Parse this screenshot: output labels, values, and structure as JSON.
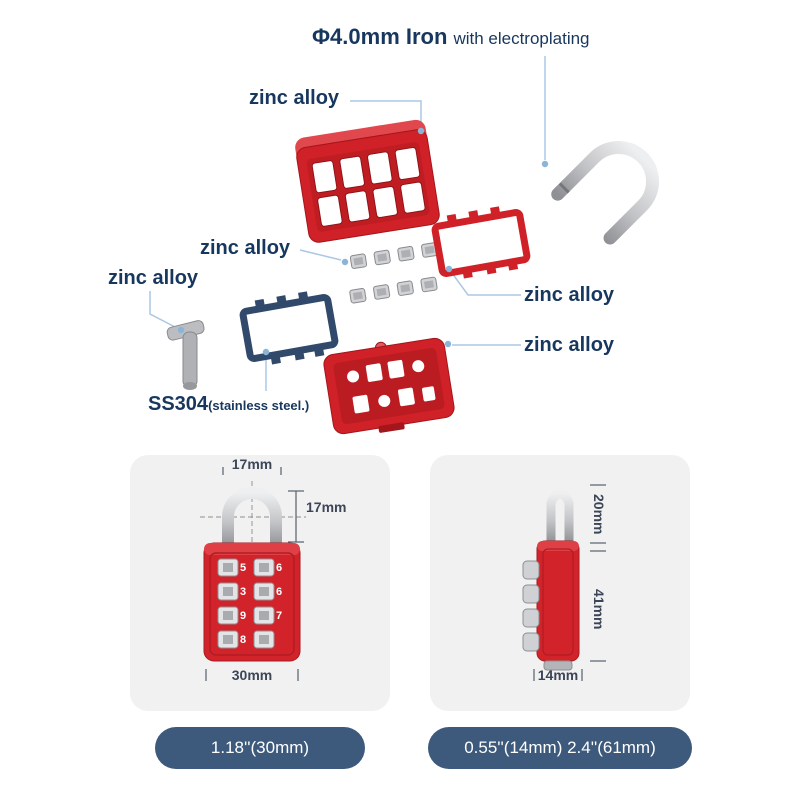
{
  "colors": {
    "label_navy": "#17375e",
    "lock_red": "#d2232a",
    "frame_navy": "#31496a",
    "metal_gray": "#c0c1c4",
    "leader_blue": "#aac8e4",
    "panel_bg": "#f1f1f2",
    "pill_bg": "#3d5a7c",
    "dim_text": "#3c4657"
  },
  "exploded": {
    "shackle_label_main": "Φ4.0mm Iron",
    "shackle_label_sub": "with electroplating",
    "cover_label": "zinc alloy",
    "buttons_label": "zinc alloy",
    "lever_label": "zinc alloy",
    "frame_label": "zinc alloy",
    "backplate_label": "zinc alloy",
    "latch_label_main": "SS304",
    "latch_label_sub": "(stainless steel.)"
  },
  "front_view": {
    "dim_shackle_width": "17mm",
    "dim_shackle_height": "17mm",
    "dim_body_width": "30mm",
    "button_digits": [
      "5",
      "6",
      "3",
      "6",
      "9",
      "7",
      "8",
      ""
    ],
    "caption": "1.18''(30mm)"
  },
  "side_view": {
    "dim_shackle_height": "20mm",
    "dim_body_height": "41mm",
    "dim_body_depth": "14mm",
    "caption": "0.55''(14mm) 2.4''(61mm)"
  }
}
